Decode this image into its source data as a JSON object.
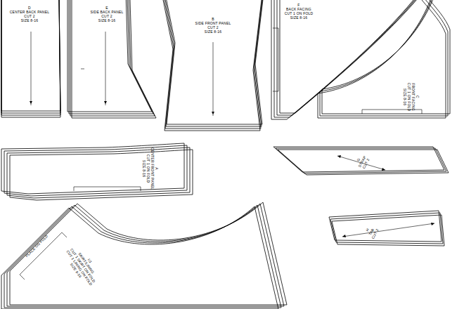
{
  "diagram": {
    "labels": [
      "D",
      "CENTER BACK PANEL",
      "CUT 2",
      "SIZE 8-16",
      "E",
      "SIDE BACK PANEL",
      "CUT 2",
      "SIZE 8-16",
      "B",
      "SIDE FRONT PANEL",
      "CUT 2",
      "SIZE 8-16",
      "F",
      "BACK FACING",
      "CUT 1 ON FOLD",
      "SIZE 8-16",
      "C",
      "FRONT FACING",
      "CUT 1 ON FOLD",
      "SIZE 8-16",
      "A",
      "CENTER FRONT PANEL",
      "CUT 1 ON FOLD",
      "SIZE 8-16",
      "G",
      "STRAP",
      "CUT 2",
      "H",
      "TAB",
      "CUT 2",
      "I/J",
      "SKIRT/LINING",
      "CUT 1 SKIRT ON FOLD",
      "CUT 1 LINING ON FOLD",
      "SIZE 8-16",
      "PLACE ON FOLD"
    ]
  }
}
